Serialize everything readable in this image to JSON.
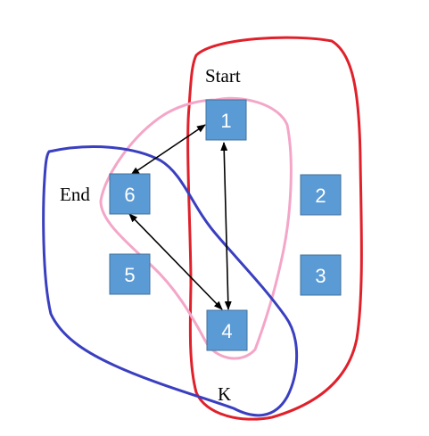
{
  "labels": {
    "start": "Start",
    "end": "End",
    "k": "K"
  },
  "nodes": [
    {
      "id": "1",
      "label": "1"
    },
    {
      "id": "2",
      "label": "2"
    },
    {
      "id": "3",
      "label": "3"
    },
    {
      "id": "4",
      "label": "4"
    },
    {
      "id": "5",
      "label": "5"
    },
    {
      "id": "6",
      "label": "6"
    }
  ],
  "edges": [
    {
      "from": "1",
      "to": "6",
      "directed": "both"
    },
    {
      "from": "1",
      "to": "4",
      "directed": "both"
    },
    {
      "from": "6",
      "to": "4",
      "directed": "both"
    }
  ],
  "regions": [
    {
      "id": "red",
      "color": "#e0202a"
    },
    {
      "id": "pink",
      "color": "#f4a6c8"
    },
    {
      "id": "blue",
      "color": "#3a3fc0"
    }
  ],
  "colors": {
    "node_fill": "#5b9bd5",
    "node_stroke": "#41719c",
    "arrow": "#000000"
  }
}
